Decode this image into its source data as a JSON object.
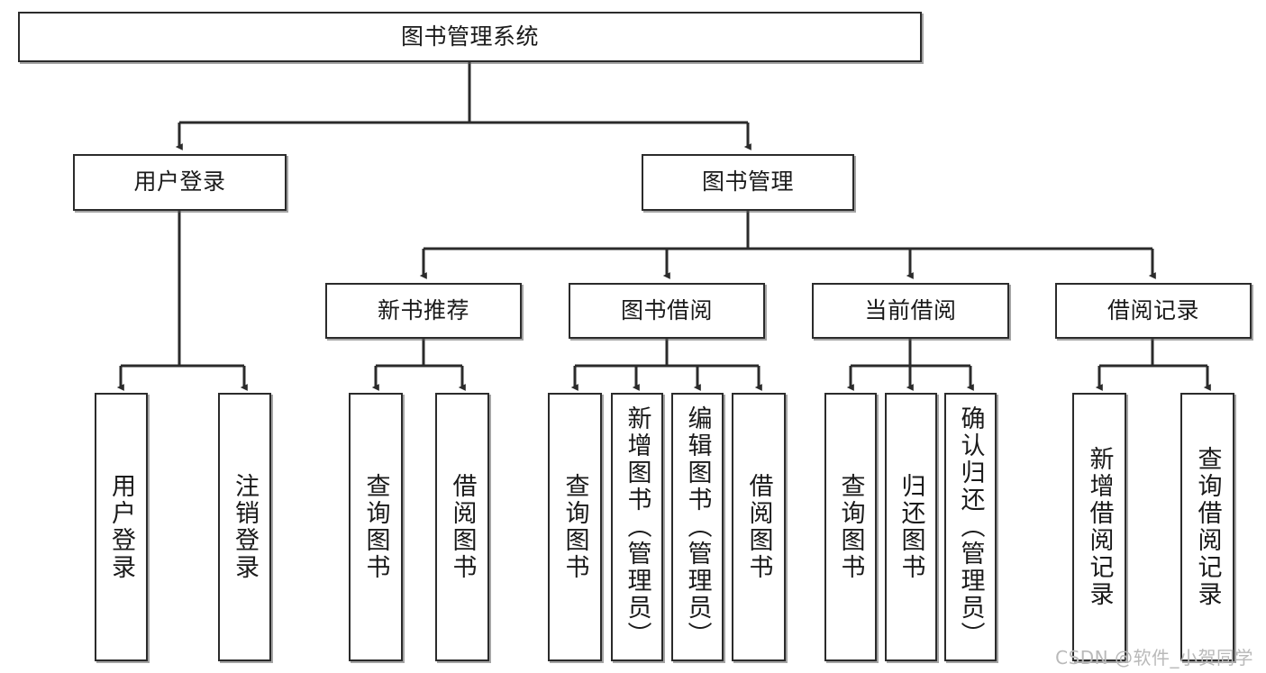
{
  "diagram": {
    "type": "tree-hierarchy-chart",
    "title_text": "图书管理系统",
    "watermark": "CSDN @软件_小贺同学",
    "colors": {
      "box_border": "#2b2b2b",
      "box_fill": "#ffffff",
      "edge": "#2b2b2b",
      "text": "#1a1a1a",
      "watermark": "#b9b9b9"
    },
    "root": {
      "label": "图书管理系统"
    },
    "level2": [
      {
        "label": "用户登录"
      },
      {
        "label": "图书管理"
      }
    ],
    "level3": [
      {
        "label": "新书推荐"
      },
      {
        "label": "图书借阅"
      },
      {
        "label": "当前借阅"
      },
      {
        "label": "借阅记录"
      }
    ],
    "leaves": {
      "user_login": [
        {
          "label": "用户登录"
        },
        {
          "label": "注销登录"
        }
      ],
      "new_book_recommend": [
        {
          "label": "查询图书"
        },
        {
          "label": "借阅图书"
        }
      ],
      "book_borrow": [
        {
          "label": "查询图书"
        },
        {
          "label": "新增图书（管理员）"
        },
        {
          "label": "编辑图书（管理员）"
        },
        {
          "label": "借阅图书"
        }
      ],
      "current_borrow": [
        {
          "label": "查询图书"
        },
        {
          "label": "归还图书"
        },
        {
          "label": "确认归还（管理员）"
        }
      ],
      "borrow_record": [
        {
          "label": "新增借阅记录"
        },
        {
          "label": "查询借阅记录"
        }
      ]
    }
  }
}
